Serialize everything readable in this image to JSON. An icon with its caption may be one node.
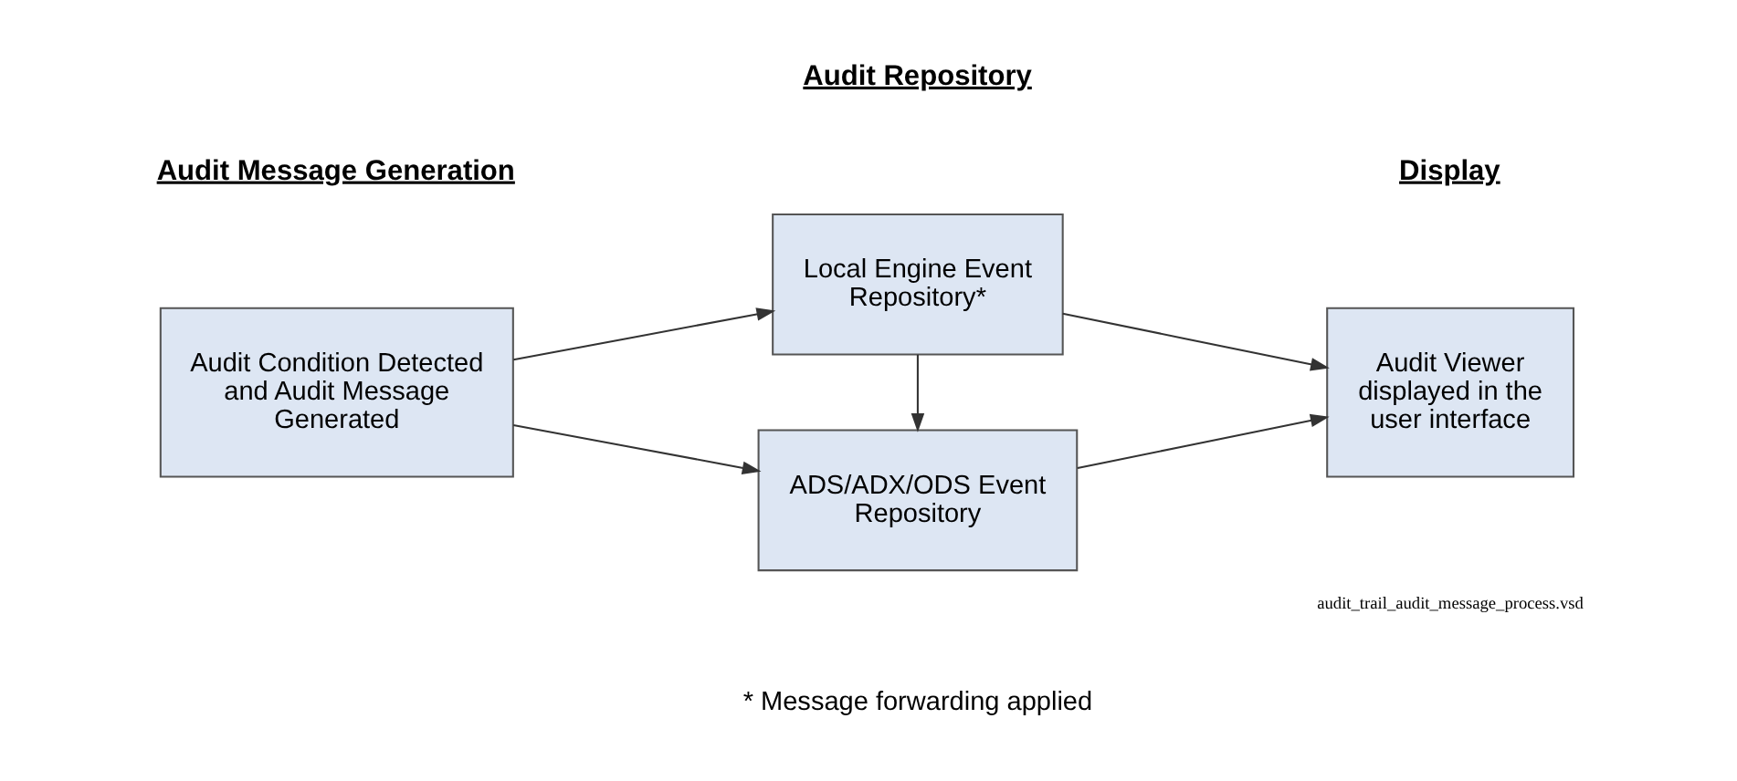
{
  "diagram": {
    "nodes": [
      {
        "text": [
          "Audit Condition Detected and Audit Message Generated"
        ]
      },
      {
        "text": [
          "Local Engine Event Repository*"
        ]
      },
      {
        "text": [
          "ADS/ADX/ODS Event Repository"
        ]
      },
      {
        "text": [
          "Audit Viewer displayed in the user interface"
        ]
      }
    ],
    "edges": [
      {
        "from": 0,
        "to": 1,
        "arrow": "to"
      },
      {
        "from": 0,
        "to": 2,
        "arrow": "to"
      },
      {
        "from": 1,
        "to": 2,
        "arrow": "to"
      },
      {
        "from": 1,
        "to": 3,
        "arrow": "to"
      },
      {
        "from": 2,
        "to": 3,
        "arrow": "to"
      }
    ],
    "labels": [
      "Audit Message Generation",
      "Audit Repository",
      "Display",
      "* Message forwarding applied",
      "audit_trail_audit_message_process.vsd"
    ]
  }
}
